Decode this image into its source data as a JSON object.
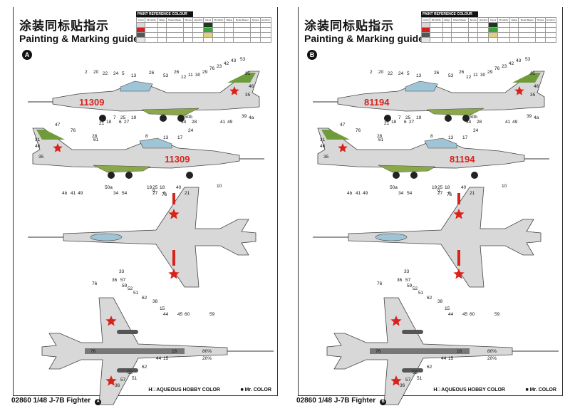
{
  "panels": [
    {
      "id": "A",
      "title_cn": "涂装同标贴指示",
      "title_en": "Painting & Marking guide",
      "serial": "11309",
      "footer": "02860 1/48  J-7B Fighter"
    },
    {
      "id": "B",
      "title_cn": "涂装同标贴指示",
      "title_en": "Painting & Marking guide",
      "serial": "81194",
      "footer": "02860 1/48  J-7B Fighter"
    }
  ],
  "paint_table": {
    "heading": "PAINT REFERENCE COLOUR",
    "columns": [
      "Colour",
      "Mr.Hobby",
      "Vallejo",
      "Model Master",
      "Tamiya",
      "Humbrol",
      "Colour",
      "Mr.Hobby",
      "Vallejo",
      "Model Master",
      "Tamiya",
      "Humbrol"
    ],
    "swatches_left": [
      "#d9d9d9",
      "#d61f1f",
      "#555555",
      "#e6e6e6"
    ],
    "swatches_right": [
      "#1e3a1e",
      "#3aa53a",
      "#e4cf7a",
      "#ffffff"
    ]
  },
  "legend": {
    "aqueous": "H□ AQUEOUS HOBBY COLOR",
    "mr_color": "■ Mr. COLOR"
  },
  "callouts": {
    "side1": [
      "2",
      "20",
      "22",
      "24",
      "5",
      "13",
      "26",
      "53",
      "26",
      "12",
      "11",
      "30",
      "29",
      "76",
      "23",
      "42",
      "43",
      "53",
      "31",
      "46",
      "35",
      "39",
      "4a",
      "49",
      "41",
      "50b",
      "34",
      "28",
      "19",
      "27",
      "6",
      "25",
      "7",
      "18",
      "40",
      "21"
    ],
    "side2": [
      "47",
      "76",
      "31",
      "46",
      "35",
      "28",
      "61",
      "8",
      "13",
      "17",
      "24",
      "4b",
      "41",
      "49",
      "50a",
      "34",
      "54",
      "19",
      "25",
      "18",
      "40",
      "21",
      "9",
      "27",
      "6",
      "10"
    ],
    "top": [
      "76",
      "33"
    ],
    "bottom": [
      "76",
      "36",
      "57",
      "59",
      "52",
      "51",
      "62",
      "38",
      "15",
      "44",
      "45",
      "60",
      "59",
      "76",
      "44",
      "15",
      "16",
      "62",
      "52",
      "51",
      "36",
      "57"
    ],
    "bottom_labels": [
      "80%",
      "20%"
    ]
  }
}
